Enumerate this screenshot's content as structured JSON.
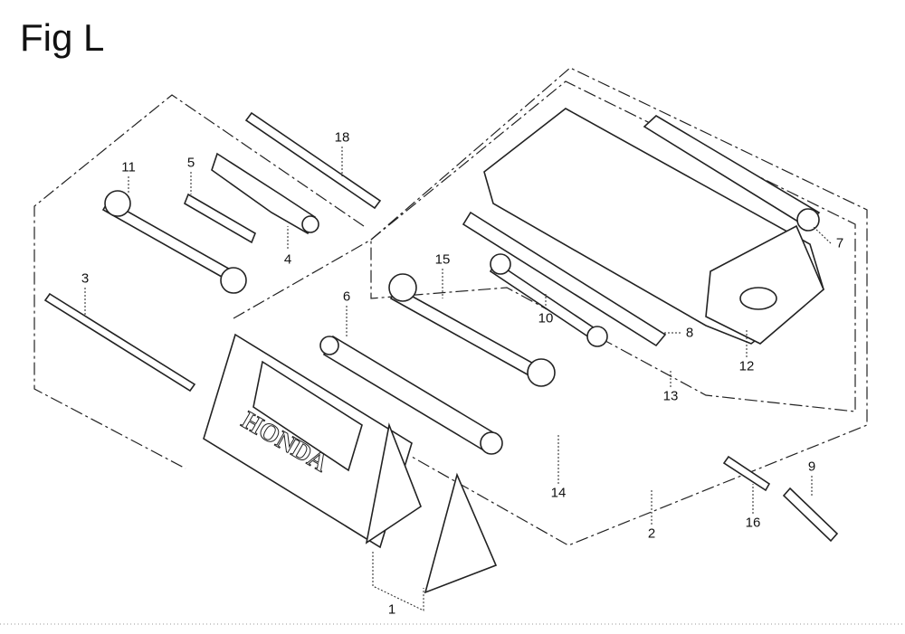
{
  "figure_title": "Fig L",
  "callouts": [
    "1",
    "2",
    "3",
    "4",
    "5",
    "6",
    "7",
    "8",
    "9",
    "10",
    "11",
    "12",
    "13",
    "14",
    "15",
    "16",
    "18"
  ],
  "logo_text": "HONDA"
}
